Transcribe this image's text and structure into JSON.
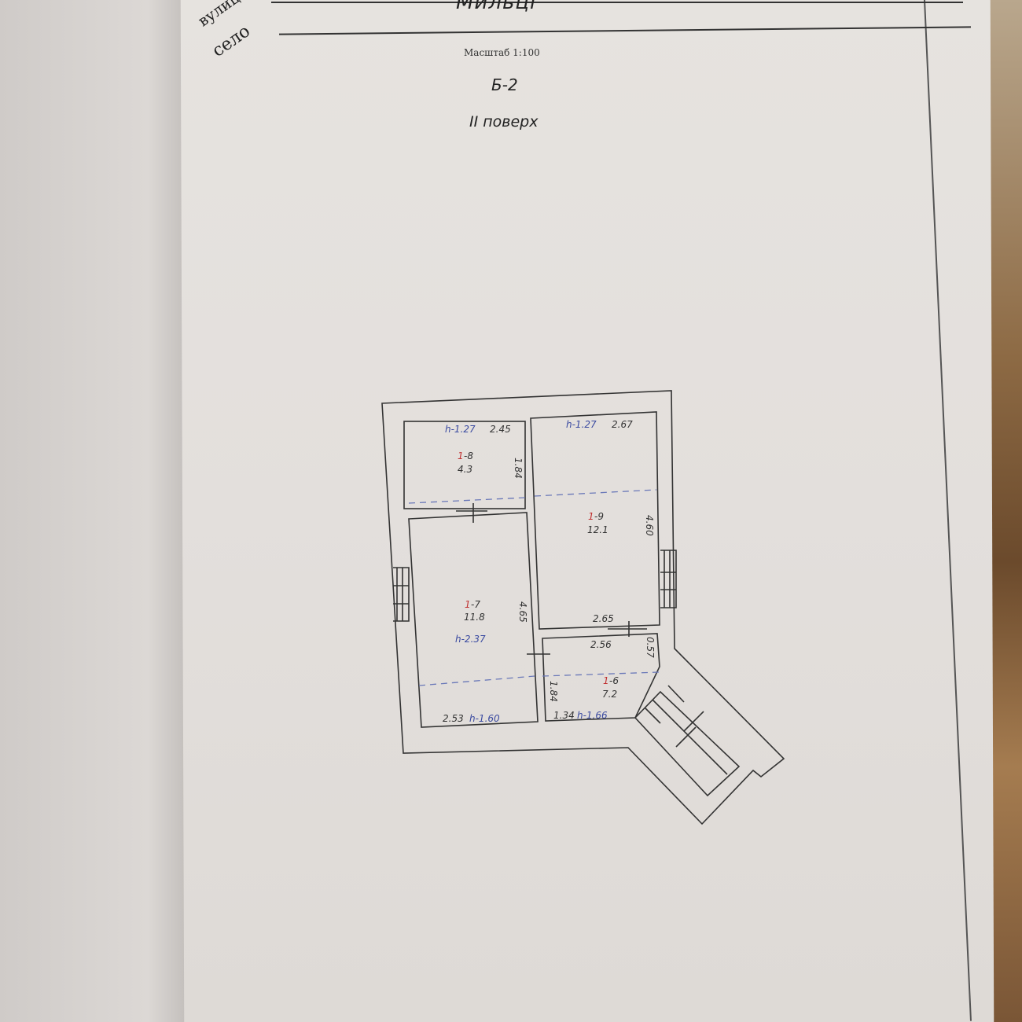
{
  "header": {
    "street_label": "вулиця",
    "village_label": "село",
    "village_value": "Мильці",
    "scale": "Масштаб 1:100",
    "block": "Б-2",
    "floor": "ІІ поверх"
  },
  "plan": {
    "rooms": [
      {
        "number": "1",
        "suffix": "-8",
        "area": "4.3",
        "height": "h-1.27",
        "width": "2.45",
        "depth": "1.84"
      },
      {
        "number": "1",
        "suffix": "-9",
        "area": "12.1",
        "height": "h-1.27",
        "width": "2.67",
        "depth": "4.60",
        "bottom_width": "2.65"
      },
      {
        "number": "1",
        "suffix": "-7",
        "area": "11.8",
        "height": "h-2.37",
        "width": "2.53",
        "depth": "4.65",
        "low_height": "h-1.60"
      },
      {
        "number": "1",
        "suffix": "-6",
        "area": "7.2",
        "height": "h-1.66",
        "width": "1.34",
        "depth": "1.84",
        "top_width": "2.56",
        "side": "0.57"
      }
    ]
  }
}
